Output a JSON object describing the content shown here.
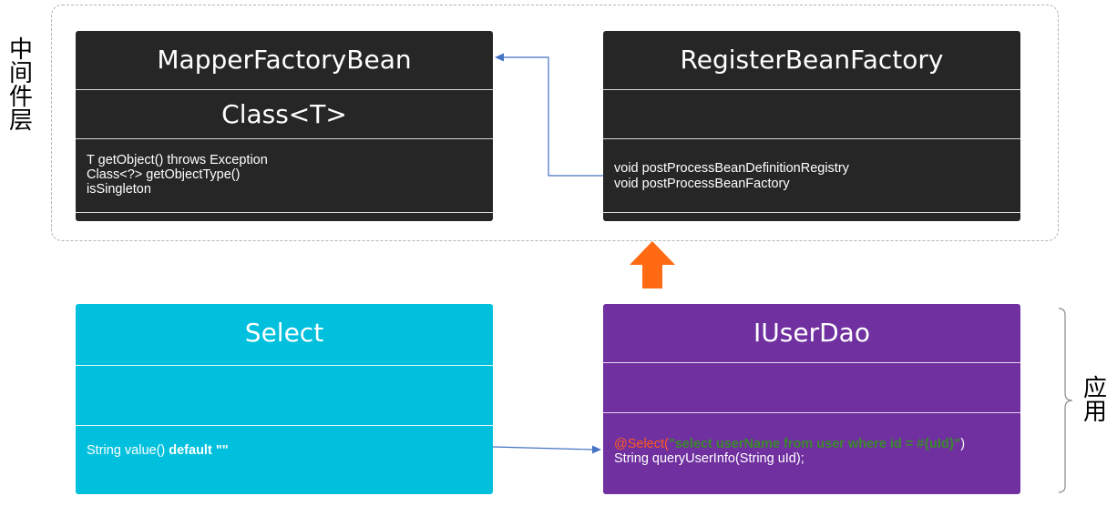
{
  "labels": {
    "middleware_layer": "中间件层",
    "application_layer": "应用"
  },
  "classes": {
    "mapper_factory_bean": {
      "name": "MapperFactoryBean",
      "attribute": "Class<T>",
      "methods": [
        "T getObject() throws Exception",
        "Class<?> getObjectType()",
        "isSingleton"
      ]
    },
    "register_bean_factory": {
      "name": "RegisterBeanFactory",
      "attribute": "",
      "methods": [
        "void postProcessBeanDefinitionRegistry",
        "void postProcessBeanFactory"
      ]
    },
    "select": {
      "name": "Select",
      "attribute": "",
      "method_prefix": "String value() ",
      "method_keyword": "default",
      "method_suffix": " \"\""
    },
    "iuserdao": {
      "name": "IUserDao",
      "attribute": "",
      "annotation": "@Select(",
      "annotation_value": "\"select userName from user where id = #{uId}\"",
      "annotation_close": ")",
      "method": "String queryUserInfo(String uId);"
    }
  },
  "colors": {
    "dark_box": "#262626",
    "select_box": "#00c0dd",
    "iuserdao_box": "#7030a0",
    "connector": "#4472c4",
    "up_arrow": "#ff6a13"
  },
  "icons": {
    "up_arrow": "arrow-up-icon",
    "bracket": "right-brace-icon"
  }
}
